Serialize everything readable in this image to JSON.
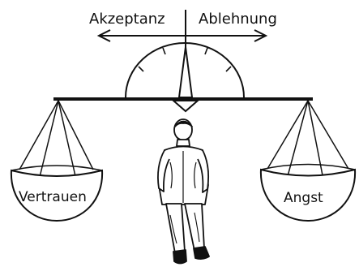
{
  "header": {
    "left_label": "Akzeptanz",
    "right_label": "Ablehnung"
  },
  "pans": {
    "left_label": "Vertrauen",
    "right_label": "Angst"
  },
  "colors": {
    "ink": "#111111",
    "background": "#ffffff"
  },
  "icons": [
    "arrow-left-icon",
    "arrow-right-icon",
    "gauge-icon",
    "person-figure"
  ]
}
